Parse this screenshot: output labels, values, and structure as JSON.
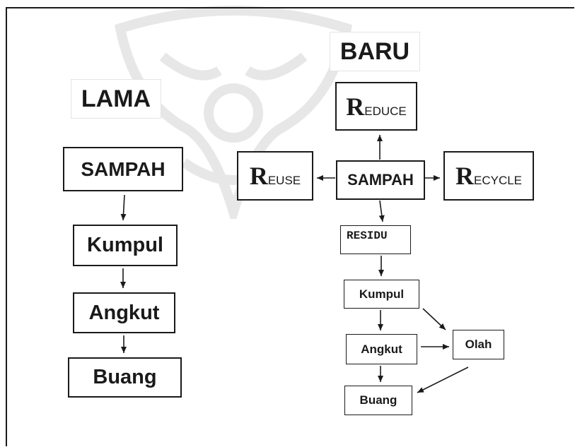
{
  "titles": {
    "old": "LAMA",
    "new": "BARU"
  },
  "old_flow": [
    "SAMPAH",
    "Kumpul",
    "Angkut",
    "Buang"
  ],
  "new_flow": {
    "reduce": {
      "initial": "R",
      "rest": "EDUCE"
    },
    "reuse": {
      "initial": "R",
      "rest": "EUSE"
    },
    "recycle": {
      "initial": "R",
      "rest": "ECYCLE"
    },
    "center": "SAMPAH",
    "residu": "RESIDU",
    "kumpul": "Kumpul",
    "angkut": "Angkut",
    "olah": "Olah",
    "buang": "Buang"
  }
}
